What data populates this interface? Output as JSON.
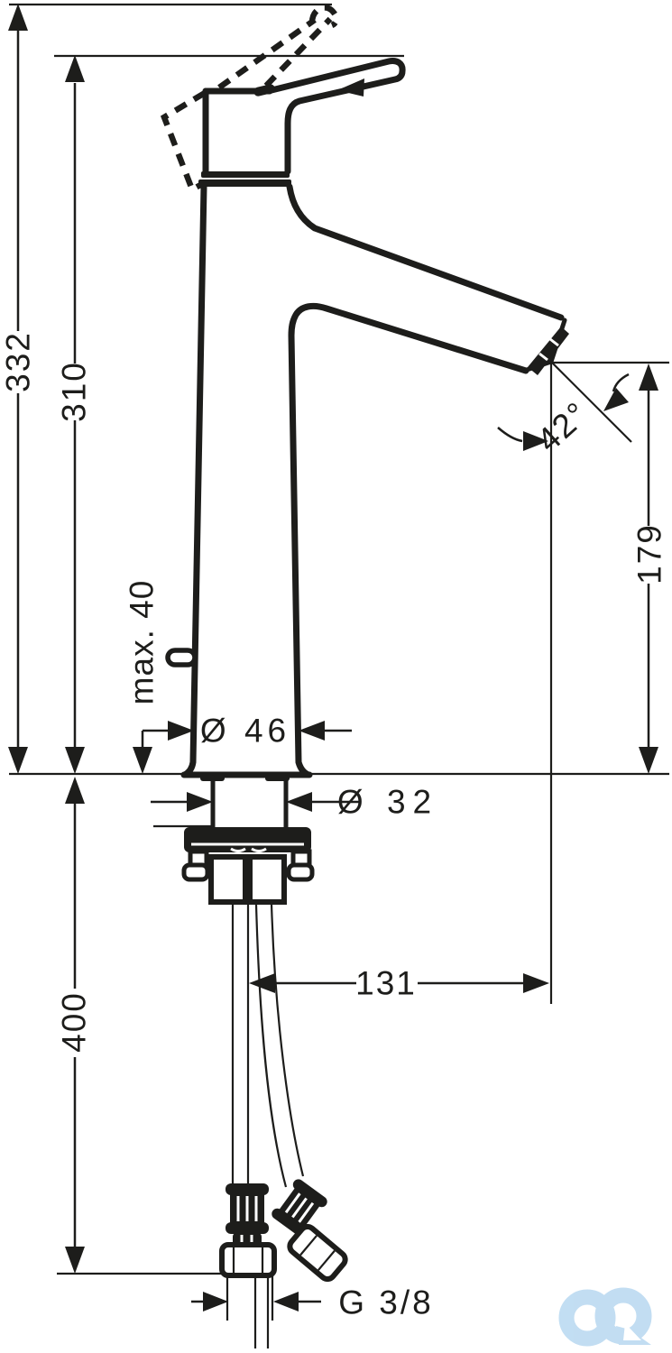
{
  "diagram": {
    "kind": "technical-dimension-drawing",
    "subject": "single-lever basin mixer tap, side elevation with installation dimensions",
    "units_note": "",
    "labels": {
      "overall_height": "332",
      "height_without_handle": "310",
      "max_mounting_thickness": "max. 40",
      "body_diameter": "Ø 46",
      "shank_diameter": "Ø 32",
      "spout_angle": "42°",
      "outlet_height": "179",
      "spout_reach": "131",
      "hose_length_below_deck": "400",
      "connection_thread": "G 3/8"
    },
    "colors": {
      "line": "#1d1d1b",
      "background": "#ffffff",
      "watermark": "#bfdcf2"
    },
    "watermark": "cd shop logo"
  }
}
